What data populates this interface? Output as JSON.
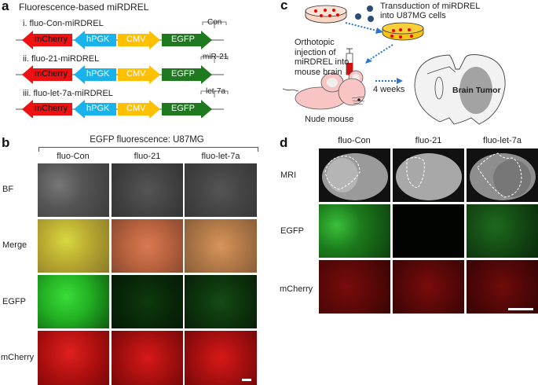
{
  "panel_a": {
    "label": "a",
    "title": "Fluorescence-based miRDREL",
    "constructs": [
      {
        "name": "i. fluo-Con-miRDREL",
        "site": "Con"
      },
      {
        "name": "ii. fluo-21-miRDREL",
        "site": "miR-21"
      },
      {
        "name": "iii. fluo-let-7a-miRDREL",
        "site": "let-7a"
      }
    ],
    "elements": [
      {
        "label": "mCherry",
        "color": "#ee1111",
        "direction": "left"
      },
      {
        "label": "hPGK",
        "color": "#1ab2ea",
        "direction": "left"
      },
      {
        "label": "CMV",
        "color": "#ffc000",
        "direction": "right"
      },
      {
        "label": "EGFP",
        "color": "#1f7a1f",
        "direction": "right"
      }
    ]
  },
  "panel_b": {
    "label": "b",
    "header": "EGFP fluorescence: U87MG",
    "columns": [
      "fluo-Con",
      "fluo-21",
      "fluo-let-7a"
    ],
    "rows": [
      "BF",
      "Merge",
      "EGFP",
      "mCherry"
    ]
  },
  "panel_c": {
    "label": "c",
    "transduction_text_1": "Transduction of miRDREL",
    "transduction_text_2": "into U87MG cells",
    "injection_text": [
      "Orthotopic",
      "injection of",
      "miRDREL into",
      "mouse brain"
    ],
    "mouse_label": "Nude mouse",
    "time_label": "4 weeks",
    "tumor_label": "Brain Tumor"
  },
  "panel_d": {
    "label": "d",
    "columns": [
      "fluo-Con",
      "fluo-21",
      "fluo-let-7a"
    ],
    "rows": [
      "MRI",
      "EGFP",
      "mCherry"
    ]
  }
}
